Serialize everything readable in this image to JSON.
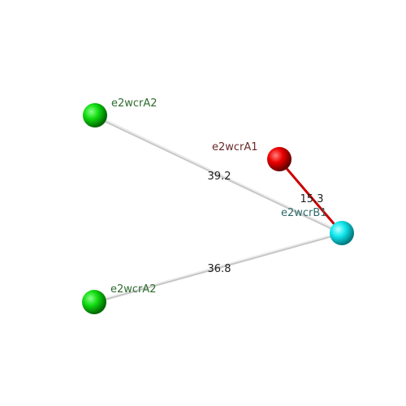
{
  "colors": {
    "background": "#ffffff",
    "edge_gray": "#c8c8c8",
    "edge_gray_highlight": "#f2f2f2",
    "edge_red": "#cc0000",
    "label_green": "#2f6b2f",
    "label_red": "#6b2a2a",
    "label_cyan": "#2f6b6b"
  },
  "nodes": [
    {
      "id": "n1",
      "label": "e2wcrA2",
      "color": "green"
    },
    {
      "id": "n2",
      "label": "e2wcrA1",
      "color": "red"
    },
    {
      "id": "n3",
      "label": "e2wcrB1",
      "color": "cyan"
    },
    {
      "id": "n4",
      "label": "e2wcrA2",
      "color": "green"
    }
  ],
  "edges": [
    {
      "from": "n1",
      "to": "n3",
      "label": "39.2",
      "color": "gray"
    },
    {
      "from": "n2",
      "to": "n3",
      "label": "15.3",
      "color": "red"
    },
    {
      "from": "n4",
      "to": "n3",
      "label": "36.8",
      "color": "gray"
    }
  ]
}
